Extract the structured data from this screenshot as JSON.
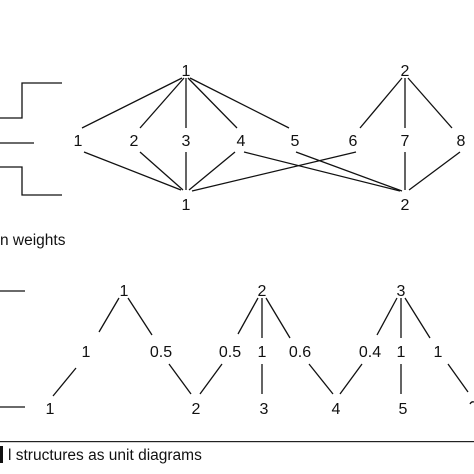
{
  "panel_top": {
    "caption": "n weights",
    "upper_nodes": [
      "1",
      "2"
    ],
    "middle_nodes": [
      "1",
      "2",
      "3",
      "4",
      "5",
      "6",
      "7",
      "8"
    ],
    "lower_nodes": [
      "1",
      "2"
    ]
  },
  "panel_bottom": {
    "caption": "l structures as unit diagrams",
    "top_nodes": [
      "1",
      "2",
      "3"
    ],
    "weights": [
      "1",
      "0.5",
      "0.5",
      "1",
      "0.6",
      "0.4",
      "1",
      "1"
    ],
    "bottom_nodes": [
      "1",
      "2",
      "3",
      "4",
      "5"
    ]
  }
}
